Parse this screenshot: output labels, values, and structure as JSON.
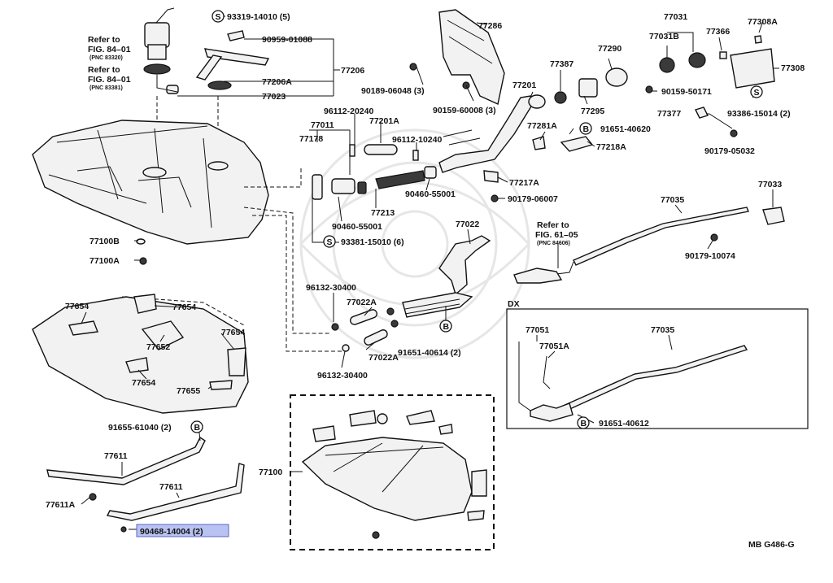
{
  "diagram_id": "MB G486-G",
  "highlighted_part": "90468-14004 (2)",
  "section_labels": {
    "dx": "DX"
  },
  "refer": [
    {
      "line1": "Refer to",
      "line2": "FIG. 84–01",
      "line3": "(PNC 83320)"
    },
    {
      "line1": "Refer to",
      "line2": "FIG. 84–01",
      "line3": "(PNC 83381)"
    },
    {
      "line1": "Refer to",
      "line2": "FIG. 61–05",
      "line3": "(PNC 84606)"
    }
  ],
  "symbols": {
    "s": "S",
    "b": "B"
  },
  "parts": {
    "p93319": "93319-14010 (5)",
    "p90959": "90959-01088",
    "p77206": "77206",
    "p77206A": "77206A",
    "p77023": "77023",
    "p77286": "77286",
    "p90189": "90189-06048 (3)",
    "p90159a": "90159-60008 (3)",
    "p77387": "77387",
    "p77290": "77290",
    "p77295": "77295",
    "p77031": "77031",
    "p77031B": "77031B",
    "p90159b": "90159-50171",
    "p77366": "77366",
    "p77308A": "77308A",
    "p77308": "77308",
    "p93386": "93386-15014 (2)",
    "p77377": "77377",
    "p90179a": "90179-05032",
    "p77201": "77201",
    "p96112a": "96112-20240",
    "p77201A": "77201A",
    "p77011": "77011",
    "p77178": "77178",
    "p96112b": "96112-10240",
    "p77281A": "77281A",
    "p91651a": "91651-40620",
    "p77218A": "77218A",
    "p77217A": "77217A",
    "p90179b": "90179-06007",
    "p90460a": "90460-55001",
    "p90460b": "90460-55001",
    "p77213": "77213",
    "p93381": "93381-15010 (6)",
    "p77100B": "77100B",
    "p77100A": "77100A",
    "p77022": "77022",
    "p96132a": "96132-30400",
    "p77022A1": "77022A",
    "p91651b": "91651-40614 (2)",
    "p77022A2": "77022A",
    "p96132b": "96132-30400",
    "p77654a": "77654",
    "p77654b": "77654",
    "p77654c": "77654",
    "p77654d": "77654",
    "p77652": "77652",
    "p77655": "77655",
    "p91655": "91655-61040 (2)",
    "p77611a": "77611",
    "p77611b": "77611",
    "p77611A": "77611A",
    "p77100": "77100",
    "p77035a": "77035",
    "p77033": "77033",
    "p90179c": "90179-10074",
    "p77051": "77051",
    "p77051A": "77051A",
    "p77035b": "77035",
    "p91651c": "91651-40612"
  }
}
